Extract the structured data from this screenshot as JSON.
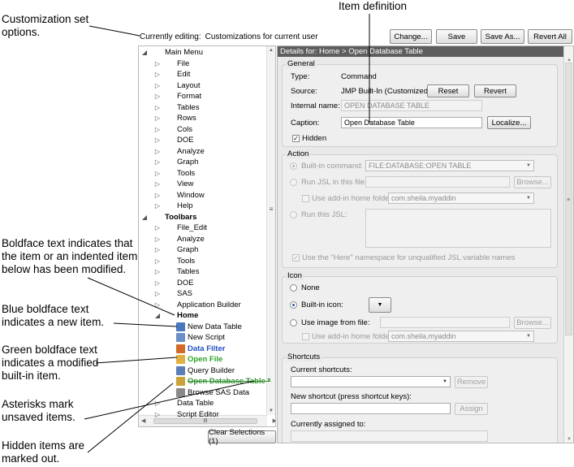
{
  "callouts": {
    "item_definition": "Item definition",
    "customization_line1": "Customization set",
    "customization_line2": "options.",
    "boldface_line1": "Boldface text indicates that",
    "boldface_line2": "the item or an indented item",
    "boldface_line3": "below has been modified.",
    "blue_line1": "Blue boldface text",
    "blue_line2": "indicates a new item.",
    "green_line1": "Green boldface text",
    "green_line2": "indicates a modified",
    "green_line3": "built-in item.",
    "asterisk_line1": "Asterisks mark",
    "asterisk_line2": "unsaved items.",
    "hidden_line1": "Hidden items are",
    "hidden_line2": "marked out."
  },
  "topbar": {
    "label": "Currently editing:",
    "value": "Customizations for current user",
    "buttons": [
      "Change...",
      "Save",
      "Save As...",
      "Revert All"
    ]
  },
  "tree": {
    "items": [
      {
        "label": "Main Menu",
        "toggle": "▲",
        "style": "normal"
      },
      {
        "label": "File",
        "toggle": "▶",
        "style": "normal"
      },
      {
        "label": "Edit",
        "toggle": "▶",
        "style": "normal"
      },
      {
        "label": "Layout",
        "toggle": "▶",
        "style": "normal"
      },
      {
        "label": "Format",
        "toggle": "▶",
        "style": "normal"
      },
      {
        "label": "Tables",
        "toggle": "▶",
        "style": "normal"
      },
      {
        "label": "Rows",
        "toggle": "▶",
        "style": "normal"
      },
      {
        "label": "Cols",
        "toggle": "▶",
        "style": "normal"
      },
      {
        "label": "DOE",
        "toggle": "▶",
        "style": "normal"
      },
      {
        "label": "Analyze",
        "toggle": "▶",
        "style": "normal"
      },
      {
        "label": "Graph",
        "toggle": "▶",
        "style": "normal"
      },
      {
        "label": "Tools",
        "toggle": "▶",
        "style": "normal"
      },
      {
        "label": "View",
        "toggle": "▶",
        "style": "normal"
      },
      {
        "label": "Window",
        "toggle": "▶",
        "style": "normal"
      },
      {
        "label": "Help",
        "toggle": "▶",
        "style": "normal"
      },
      {
        "label": "Toolbars",
        "toggle": "▲",
        "style": "bold"
      },
      {
        "label": "File_Edit",
        "toggle": "▶",
        "style": "normal"
      },
      {
        "label": "Analyze",
        "toggle": "▶",
        "style": "normal"
      },
      {
        "label": "Graph",
        "toggle": "▶",
        "style": "normal"
      },
      {
        "label": "Tools",
        "toggle": "▶",
        "style": "normal"
      },
      {
        "label": "Tables",
        "toggle": "▶",
        "style": "normal"
      },
      {
        "label": "DOE",
        "toggle": "▶",
        "style": "normal"
      },
      {
        "label": "SAS",
        "toggle": "▶",
        "style": "normal"
      },
      {
        "label": "Application Builder",
        "toggle": "▶",
        "style": "normal"
      },
      {
        "label": "Home",
        "toggle": "▲",
        "style": "bold"
      },
      {
        "label": "New Data Table",
        "toggle": "",
        "style": "normal",
        "icon": "#4a78c0"
      },
      {
        "label": "New Script",
        "toggle": "",
        "style": "normal",
        "icon": "#6d8fc7"
      },
      {
        "label": "Data Filter",
        "toggle": "",
        "style": "blue",
        "icon": "#d36a2a"
      },
      {
        "label": "Open File",
        "toggle": "",
        "style": "green",
        "icon": "#e0b040"
      },
      {
        "label": "Query Builder",
        "toggle": "",
        "style": "normal",
        "icon": "#5a7fb8"
      },
      {
        "label": "Open Database Table *",
        "toggle": "",
        "style": "hidden",
        "icon": "#c9a23b"
      },
      {
        "label": "Browse SAS Data",
        "toggle": "",
        "style": "normal",
        "icon": "#8a8a8a"
      },
      {
        "label": "Data Table",
        "toggle": "▶",
        "style": "normal"
      },
      {
        "label": "Script Editor",
        "toggle": "▶",
        "style": "normal"
      }
    ],
    "clear_button": "Clear Selections (1)"
  },
  "details": {
    "header": "Details for:  Home > Open Database Table",
    "general": {
      "title": "General",
      "type_label": "Type:",
      "type_value": "Command",
      "source_label": "Source:",
      "source_value": "JMP Built-In (Customized)",
      "reset": "Reset",
      "revert": "Revert",
      "internal_label": "Internal name:",
      "internal_value": "OPEN DATABASE TABLE",
      "caption_label": "Caption:",
      "caption_value": "Open Database Table",
      "localize": "Localize...",
      "hidden_label": "Hidden"
    },
    "action": {
      "title": "Action",
      "builtin_label": "Built-in command:",
      "builtin_value": "FILE:DATABASE:OPEN TABLE",
      "runjsl_file_label": "Run JSL in this file:",
      "browse": "Browse...",
      "addin_label": "Use add-in home folder:",
      "addin_value": "com.sheila.myaddin",
      "runjsl_label": "Run this JSL:",
      "here_label": "Use the \"Here\" namespace for unqualified JSL variable names"
    },
    "icon": {
      "title": "Icon",
      "none_label": "None",
      "builtin_label": "Built-in icon:",
      "image_label": "Use image from file:",
      "browse": "Browse...",
      "addin_label": "Use add-in home folder:",
      "addin_value": "com.sheila.myaddin"
    },
    "shortcuts": {
      "title": "Shortcuts",
      "current_label": "Current shortcuts:",
      "remove": "Remove",
      "new_label": "New shortcut (press shortcut keys):",
      "assign": "Assign",
      "assigned_label": "Currently assigned to:"
    }
  },
  "colors": {
    "blue_item": "#1f4fc4",
    "green_item": "#29a329",
    "hidden_item": "#2f8f2f",
    "header_bg": "#5e5e5e"
  }
}
